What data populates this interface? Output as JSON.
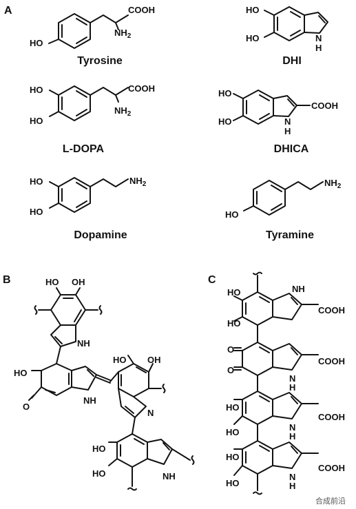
{
  "panels": {
    "A": "A",
    "B": "B",
    "C": "C"
  },
  "molecules": {
    "tyrosine": {
      "name": "Tyrosine",
      "ho": "HO",
      "cooh": "COOH",
      "nh": "NH",
      "nh_sub": "2"
    },
    "dhi": {
      "name": "DHI",
      "ho1": "HO",
      "ho2": "HO",
      "nh": "N",
      "h": "H"
    },
    "ldopa": {
      "name": "L-DOPA",
      "ho1": "HO",
      "ho2": "HO",
      "cooh": "COOH",
      "nh": "NH",
      "nh_sub": "2"
    },
    "dhica": {
      "name": "DHICA",
      "ho1": "HO",
      "ho2": "HO",
      "cooh": "COOH",
      "n": "N",
      "h": "H"
    },
    "dopamine": {
      "name": "Dopamine",
      "ho1": "HO",
      "ho2": "HO",
      "nh": "NH",
      "nh_sub": "2"
    },
    "tyramine": {
      "name": "Tyramine",
      "ho": "HO",
      "nh": "NH",
      "nh_sub": "2"
    }
  },
  "polymerB": {
    "ho_top1": "HO",
    "oh_top1": "OH",
    "nh1": "NH",
    "ho_mid": "HO",
    "o_mid": "O",
    "nh2": "NH",
    "ho_top2": "HO",
    "oh_top2": "OH",
    "n3": "N",
    "ho_b1": "HO",
    "ho_b2": "HO",
    "nh4": "NH"
  },
  "polymerC": {
    "u1_ho1": "HO",
    "u1_ho2": "HO",
    "u1_nh": "NH",
    "u1_cooh": "COOH",
    "u2_o1": "O",
    "u2_o2": "O",
    "u2_n": "N",
    "u2_h": "H",
    "u2_cooh": "COOH",
    "u3_ho1": "HO",
    "u3_ho2": "HO",
    "u3_n": "N",
    "u3_h": "H",
    "u3_cooh": "COOH",
    "u4_ho1": "HO",
    "u4_ho2": "HO",
    "u4_n": "N",
    "u4_h": "H",
    "u4_cooh": "COOH"
  },
  "watermark": "合成前沿"
}
